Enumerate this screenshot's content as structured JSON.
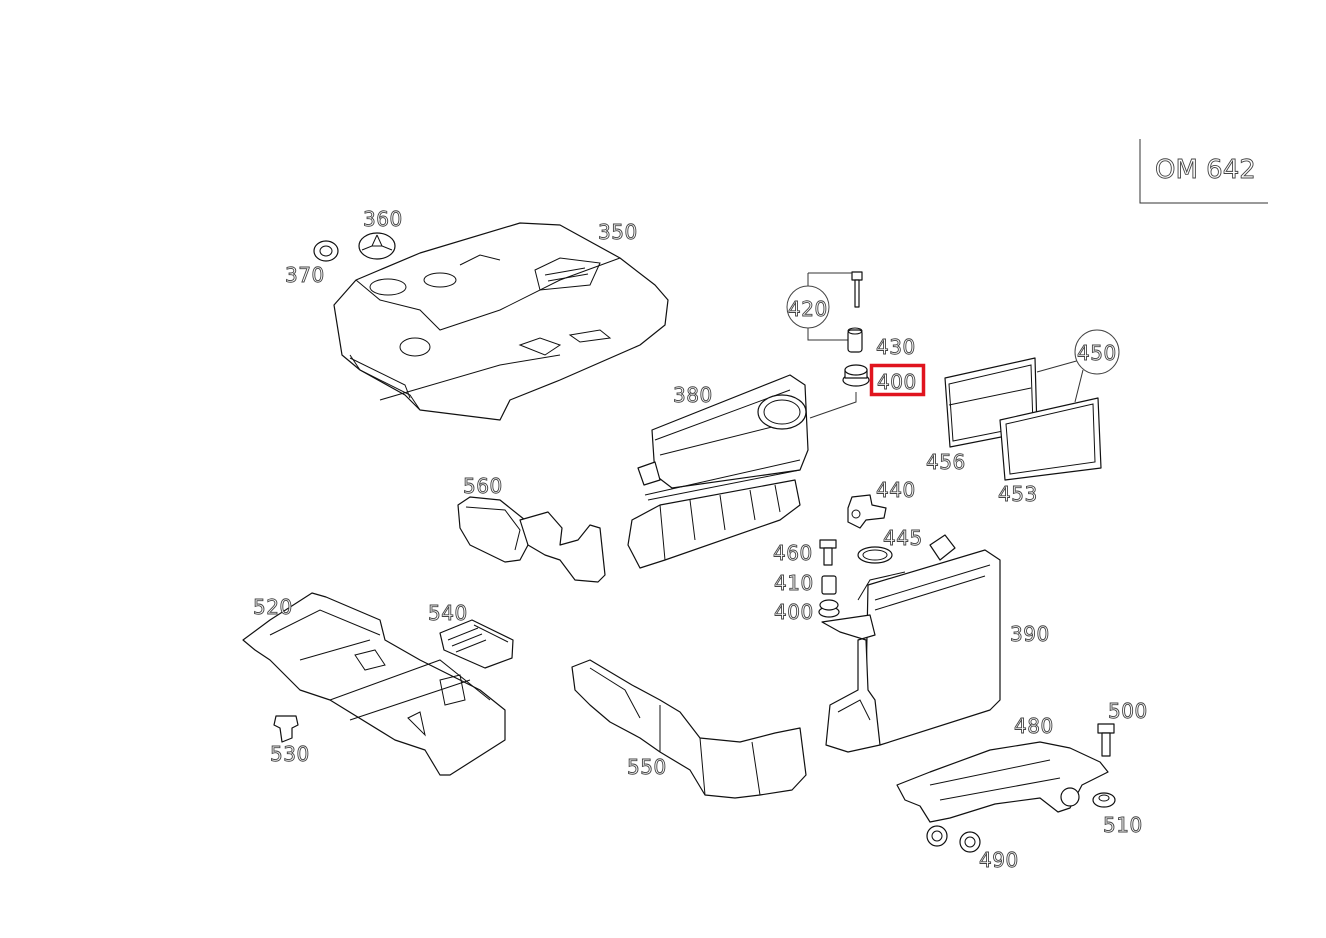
{
  "engine_label": "OM 642",
  "callouts": {
    "p350": "350",
    "p360": "360",
    "p370": "370",
    "p380": "380",
    "p390": "390",
    "p400a": "400",
    "p400b": "400",
    "p410": "410",
    "p420": "420",
    "p430": "430",
    "p440": "440",
    "p445": "445",
    "p450": "450",
    "p453": "453",
    "p456": "456",
    "p460": "460",
    "p480": "480",
    "p490": "490",
    "p500": "500",
    "p510": "510",
    "p520": "520",
    "p530": "530",
    "p540": "540",
    "p550": "550",
    "p560": "560"
  },
  "highlight": {
    "part": "400",
    "color": "#e0141e"
  }
}
